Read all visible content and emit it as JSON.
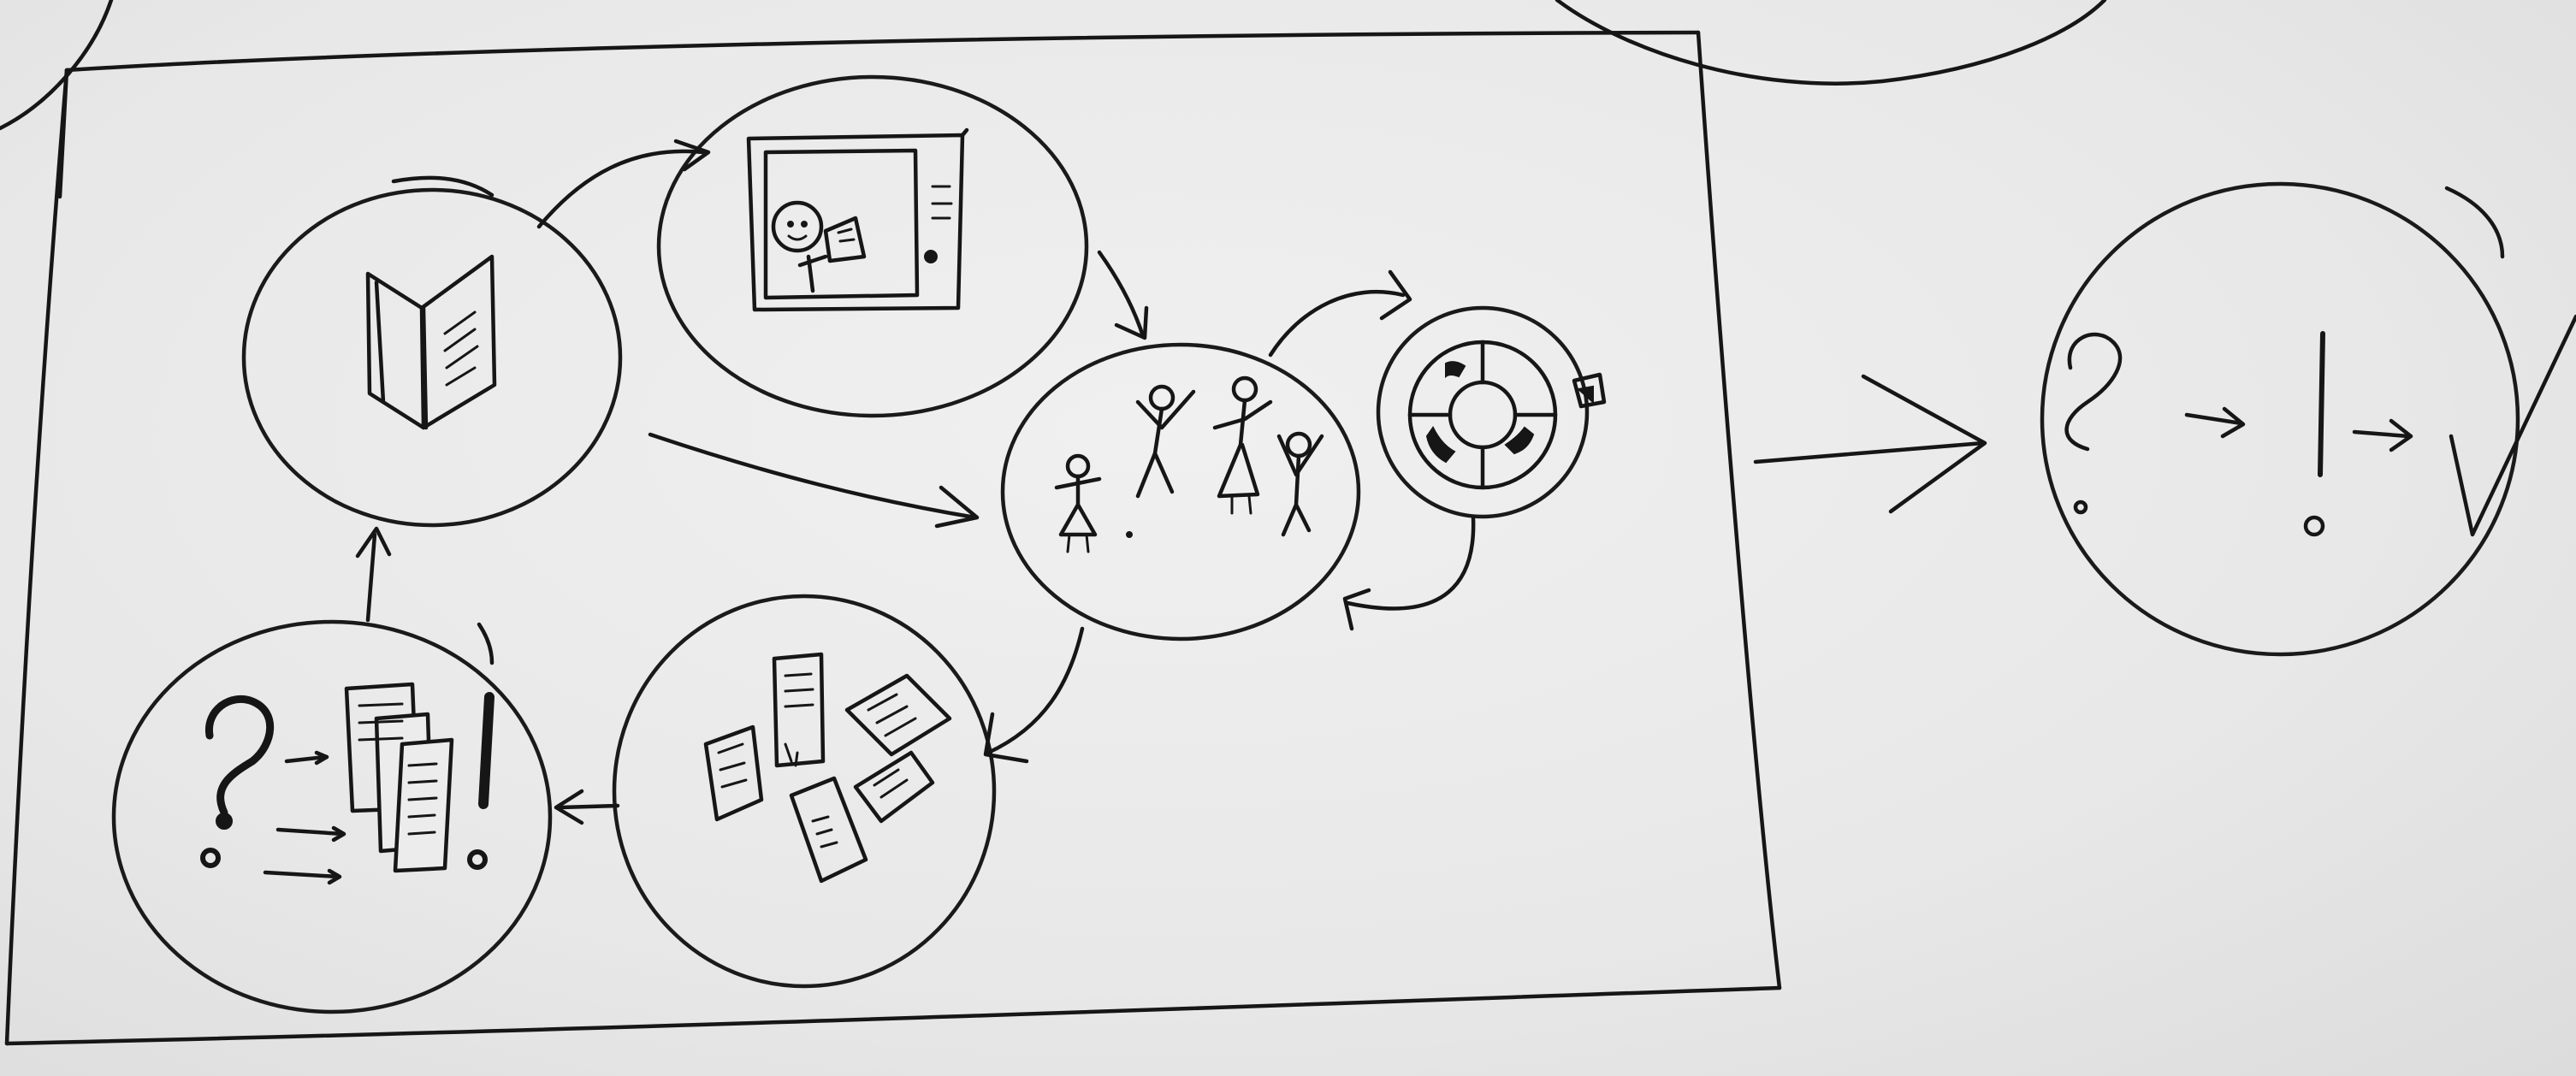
{
  "stages": [
    {
      "id": "study",
      "icon": "book-icon"
    },
    {
      "id": "video",
      "icon": "video-screen-icon"
    },
    {
      "id": "activity",
      "icon": "people-dancing-icon"
    },
    {
      "id": "review",
      "icon": "wheel-icon"
    },
    {
      "id": "materials",
      "icon": "scattered-papers-icon"
    },
    {
      "id": "inquiry",
      "icon": "question-papers-exclamation-icon"
    }
  ],
  "outcome": {
    "id": "outcome",
    "icons": [
      "question-mark-icon",
      "exclamation-mark-icon",
      "checkmark-icon"
    ]
  },
  "colors": {
    "ink": "#161616",
    "paper": "#e9e9e9"
  }
}
